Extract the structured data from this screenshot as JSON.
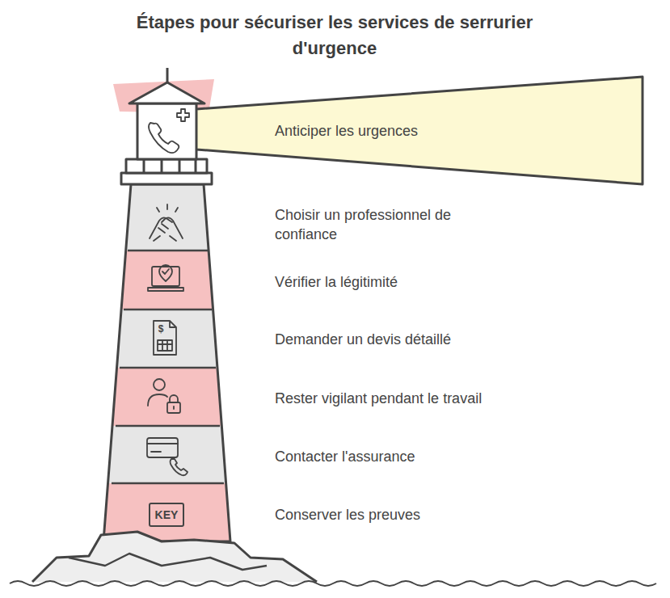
{
  "diagram": {
    "title": "Étapes pour sécuriser les services de serrurier d'urgence",
    "nodes": [
      {
        "text": [
          "Anticiper les urgences"
        ]
      },
      {
        "text": [
          "KEY"
        ]
      }
    ],
    "labels": [
      "Choisir un professionnel de confiance",
      "Vérifier la légitimité",
      "$",
      "Demander un devis détaillé",
      "Rester vigilant pendant le travail",
      "Contacter l'assurance",
      "Conserver les preuves"
    ]
  }
}
